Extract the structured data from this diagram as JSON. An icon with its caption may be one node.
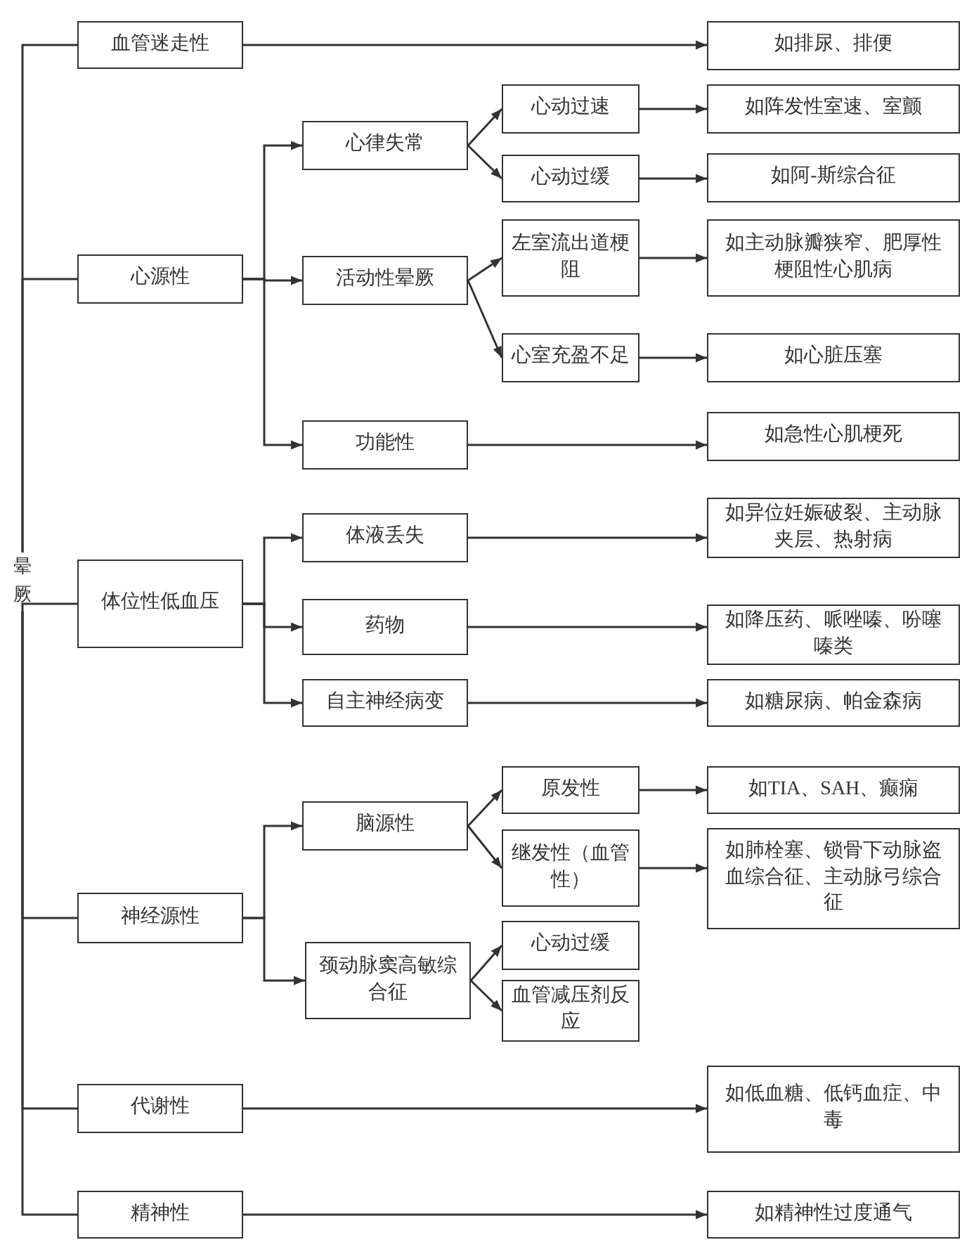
{
  "diagram": {
    "nodes": [
      {
        "text": [
          "晕厥"
        ]
      },
      {
        "text": [
          "血管迷走性"
        ]
      },
      {
        "text": [
          "如排尿、排便"
        ]
      },
      {
        "text": [
          "心源性"
        ]
      },
      {
        "text": [
          "心律失常"
        ]
      },
      {
        "text": [
          "心动过速"
        ]
      },
      {
        "text": [
          "如阵发性室速、室颤"
        ]
      },
      {
        "text": [
          "心动过缓"
        ]
      },
      {
        "text": [
          "如阿-斯综合征"
        ]
      },
      {
        "text": [
          "活动性晕厥"
        ]
      },
      {
        "text": [
          "左室流出道梗阻"
        ]
      },
      {
        "text": [
          "如主动脉瓣狭窄、肥厚性梗阻性心肌病"
        ]
      },
      {
        "text": [
          "心室充盈不足"
        ]
      },
      {
        "text": [
          "如心脏压塞"
        ]
      },
      {
        "text": [
          "功能性"
        ]
      },
      {
        "text": [
          "如急性心肌梗死"
        ]
      },
      {
        "text": [
          "体位性低血压"
        ]
      },
      {
        "text": [
          "体液丢失"
        ]
      },
      {
        "text": [
          "如异位妊娠破裂、主动脉夹层、热射病"
        ]
      },
      {
        "text": [
          "药物"
        ]
      },
      {
        "text": [
          "如降压药、哌唑嗪、吩噻嗪类"
        ]
      },
      {
        "text": [
          "自主神经病变"
        ]
      },
      {
        "text": [
          "如糖尿病、帕金森病"
        ]
      },
      {
        "text": [
          "神经源性"
        ]
      },
      {
        "text": [
          "脑源性"
        ]
      },
      {
        "text": [
          "原发性"
        ]
      },
      {
        "text": [
          "如TIA、SAH、癫痫"
        ]
      },
      {
        "text": [
          "继发性（血管性）"
        ]
      },
      {
        "text": [
          "如肺栓塞、锁骨下动脉盗血综合征、主动脉弓综合征"
        ]
      },
      {
        "text": [
          "颈动脉窦高敏综合征"
        ]
      },
      {
        "text": [
          "心动过缓"
        ]
      },
      {
        "text": [
          "血管减压剂反应"
        ]
      },
      {
        "text": [
          "代谢性"
        ]
      },
      {
        "text": [
          "如低血糖、低钙血症、中毒"
        ]
      },
      {
        "text": [
          "精神性"
        ]
      },
      {
        "text": [
          "如精神性过度通气"
        ]
      }
    ],
    "edges": [
      {
        "from": 0,
        "to": 1,
        "arrow": "none"
      },
      {
        "from": 0,
        "to": 3,
        "arrow": "none"
      },
      {
        "from": 0,
        "to": 16,
        "arrow": "none"
      },
      {
        "from": 0,
        "to": 23,
        "arrow": "none"
      },
      {
        "from": 0,
        "to": 32,
        "arrow": "none"
      },
      {
        "from": 0,
        "to": 34,
        "arrow": "none"
      },
      {
        "from": 1,
        "to": 2,
        "arrow": "to"
      },
      {
        "from": 3,
        "to": 4,
        "arrow": "to"
      },
      {
        "from": 3,
        "to": 9,
        "arrow": "to"
      },
      {
        "from": 3,
        "to": 14,
        "arrow": "to"
      },
      {
        "from": 4,
        "to": 5,
        "arrow": "to"
      },
      {
        "from": 4,
        "to": 7,
        "arrow": "to"
      },
      {
        "from": 5,
        "to": 6,
        "arrow": "to"
      },
      {
        "from": 7,
        "to": 8,
        "arrow": "to"
      },
      {
        "from": 9,
        "to": 10,
        "arrow": "to"
      },
      {
        "from": 9,
        "to": 12,
        "arrow": "to"
      },
      {
        "from": 10,
        "to": 11,
        "arrow": "to"
      },
      {
        "from": 12,
        "to": 13,
        "arrow": "to"
      },
      {
        "from": 14,
        "to": 15,
        "arrow": "to"
      },
      {
        "from": 16,
        "to": 17,
        "arrow": "to"
      },
      {
        "from": 16,
        "to": 19,
        "arrow": "to"
      },
      {
        "from": 16,
        "to": 21,
        "arrow": "to"
      },
      {
        "from": 17,
        "to": 18,
        "arrow": "to"
      },
      {
        "from": 19,
        "to": 20,
        "arrow": "to"
      },
      {
        "from": 21,
        "to": 22,
        "arrow": "to"
      },
      {
        "from": 23,
        "to": 24,
        "arrow": "to"
      },
      {
        "from": 23,
        "to": 29,
        "arrow": "to"
      },
      {
        "from": 24,
        "to": 25,
        "arrow": "to"
      },
      {
        "from": 24,
        "to": 27,
        "arrow": "to"
      },
      {
        "from": 25,
        "to": 26,
        "arrow": "to"
      },
      {
        "from": 27,
        "to": 28,
        "arrow": "to"
      },
      {
        "from": 29,
        "to": 30,
        "arrow": "to"
      },
      {
        "from": 29,
        "to": 31,
        "arrow": "to"
      },
      {
        "from": 32,
        "to": 33,
        "arrow": "to"
      },
      {
        "from": 34,
        "to": 35,
        "arrow": "to"
      }
    ]
  }
}
